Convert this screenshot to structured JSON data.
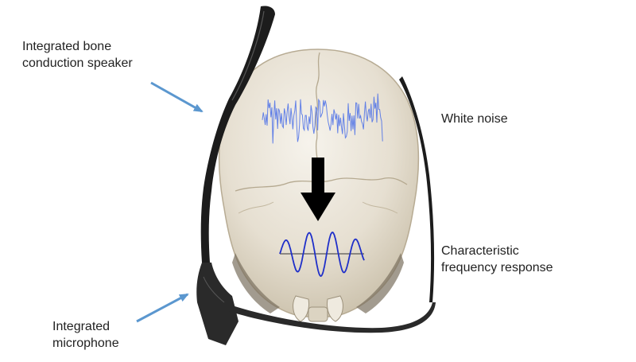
{
  "labels": {
    "speaker": [
      "Integrated bone",
      "conduction speaker"
    ],
    "microphone": [
      "Integrated",
      "microphone"
    ],
    "white_noise": "White noise",
    "frequency_response": [
      "Characteristic",
      "frequency response"
    ]
  },
  "colors": {
    "arrow_blue": "#5b97cf",
    "noise_blue": "#4a6ee8",
    "wave_blue": "#1f2fc9",
    "skull": "#e9e3d7",
    "frame": "#1c1c1c"
  },
  "icons": {
    "skull": "skull-top-view",
    "glasses": "smart-glasses-frame",
    "down_arrow": "black-down-arrow"
  }
}
